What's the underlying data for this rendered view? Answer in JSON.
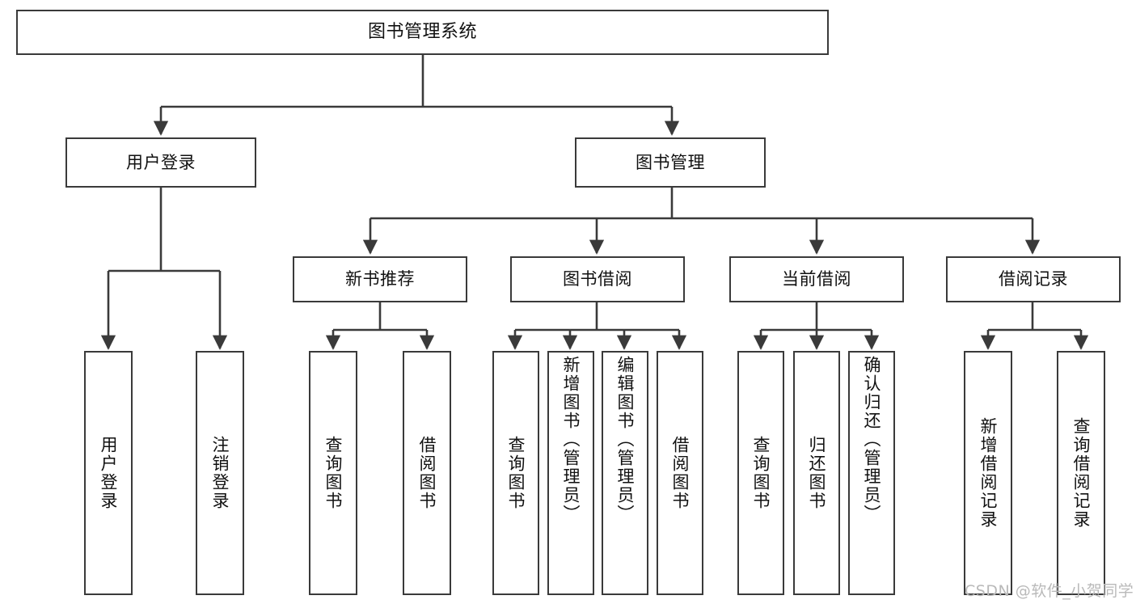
{
  "diagram": {
    "title": "图书管理系统",
    "type": "tree-functional-structure-diagram",
    "colors": {
      "box_border": "#3a3a3a",
      "box_fill": "#ffffff",
      "edge": "#3a3a3a",
      "text": "#111111",
      "watermark": "#b9b9b9",
      "background": "#ffffff"
    },
    "root": {
      "label": "图书管理系统",
      "orientation": "horizontal"
    },
    "level2": [
      {
        "label": "用户登录",
        "orientation": "horizontal"
      },
      {
        "label": "图书管理",
        "orientation": "horizontal"
      }
    ],
    "level3": [
      {
        "label": "新书推荐",
        "orientation": "horizontal",
        "parent": "图书管理"
      },
      {
        "label": "图书借阅",
        "orientation": "horizontal",
        "parent": "图书管理"
      },
      {
        "label": "当前借阅",
        "orientation": "horizontal",
        "parent": "图书管理"
      },
      {
        "label": "借阅记录",
        "orientation": "horizontal",
        "parent": "图书管理"
      }
    ],
    "leaves": {
      "用户登录": [
        {
          "label": "用户登录",
          "orientation": "vertical",
          "align": "centered"
        },
        {
          "label": "注销登录",
          "orientation": "vertical",
          "align": "centered"
        }
      ],
      "新书推荐": [
        {
          "label": "查询图书",
          "orientation": "vertical",
          "align": "centered"
        },
        {
          "label": "借阅图书",
          "orientation": "vertical",
          "align": "centered"
        }
      ],
      "图书借阅": [
        {
          "label": "查询图书",
          "orientation": "vertical",
          "align": "centered"
        },
        {
          "label": "新增图书（管理员）",
          "orientation": "vertical",
          "align": "top"
        },
        {
          "label": "编辑图书（管理员）",
          "orientation": "vertical",
          "align": "top"
        },
        {
          "label": "借阅图书",
          "orientation": "vertical",
          "align": "centered"
        }
      ],
      "当前借阅": [
        {
          "label": "查询图书",
          "orientation": "vertical",
          "align": "centered"
        },
        {
          "label": "归还图书",
          "orientation": "vertical",
          "align": "centered"
        },
        {
          "label": "确认归还（管理员）",
          "orientation": "vertical",
          "align": "top"
        }
      ],
      "借阅记录": [
        {
          "label": "新增借阅记录",
          "orientation": "vertical",
          "align": "centered"
        },
        {
          "label": "查询借阅记录",
          "orientation": "vertical",
          "align": "centered"
        }
      ]
    }
  },
  "watermark": {
    "text": "CSDN @软件_小贺同学"
  }
}
